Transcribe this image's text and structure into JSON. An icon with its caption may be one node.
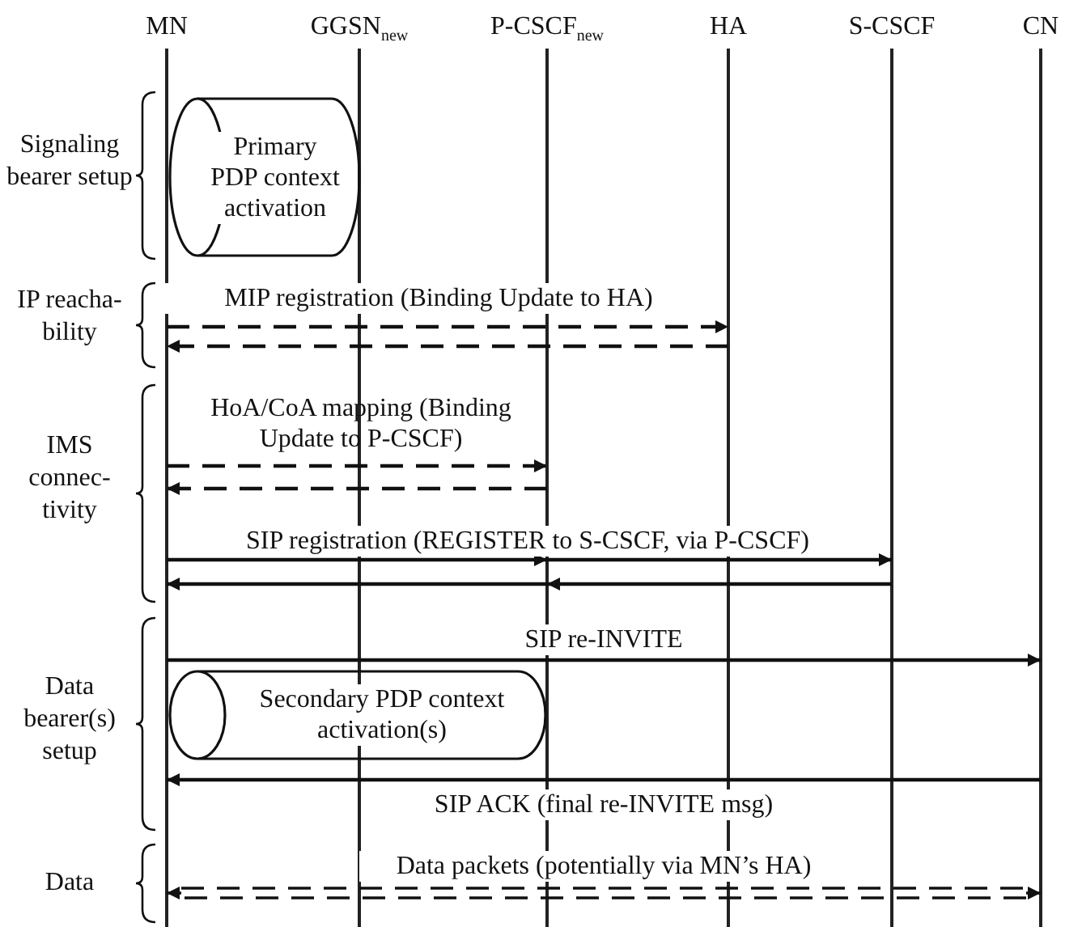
{
  "diagram": {
    "nodes": [
      {
        "text": [
          "MN"
        ]
      },
      {
        "text": [
          "GGSN$_{new}$"
        ]
      },
      {
        "text": [
          "P-CSCF$_{new}$"
        ]
      },
      {
        "text": [
          "HA"
        ]
      },
      {
        "text": [
          "S-CSCF"
        ]
      },
      {
        "text": [
          "CN"
        ]
      },
      {
        "text": [
          "Primary PDP context activation"
        ]
      },
      {
        "text": [
          "Secondary PDP context activation(s)"
        ]
      }
    ],
    "edges": [
      {
        "from": 0,
        "to": 3,
        "arrow": "to",
        "style": "dashed",
        "label": "MIP registration (Binding Update to HA)"
      },
      {
        "from": 3,
        "to": 0,
        "arrow": "to",
        "style": "dashed"
      },
      {
        "from": 0,
        "to": 2,
        "arrow": "to",
        "style": "dashed",
        "label": "HoA/CoA mapping (Binding Update to P-CSCF)"
      },
      {
        "from": 2,
        "to": 0,
        "arrow": "to",
        "style": "dashed"
      },
      {
        "from": 0,
        "to": 2,
        "arrow": "to",
        "label": "SIP registration (REGISTER to S-CSCF, via P-CSCF)"
      },
      {
        "from": 2,
        "to": 4,
        "arrow": "to"
      },
      {
        "from": 4,
        "to": 2,
        "arrow": "to"
      },
      {
        "from": 2,
        "to": 0,
        "arrow": "to"
      },
      {
        "from": 0,
        "to": 5,
        "arrow": "to",
        "label": "SIP re-INVITE"
      },
      {
        "from": 5,
        "to": 0,
        "arrow": "to",
        "label": "SIP ACK (final re-INVITE msg)"
      },
      {
        "from": 0,
        "to": 5,
        "arrow": "both",
        "style": "dashed",
        "label": "Data packets (potentially via MN’s HA)"
      }
    ],
    "labels": [
      "Signaling bearer setup",
      "IP reacha-bility",
      "IMS connec-tivity",
      "Data bearer(s) setup",
      "Data"
    ]
  }
}
